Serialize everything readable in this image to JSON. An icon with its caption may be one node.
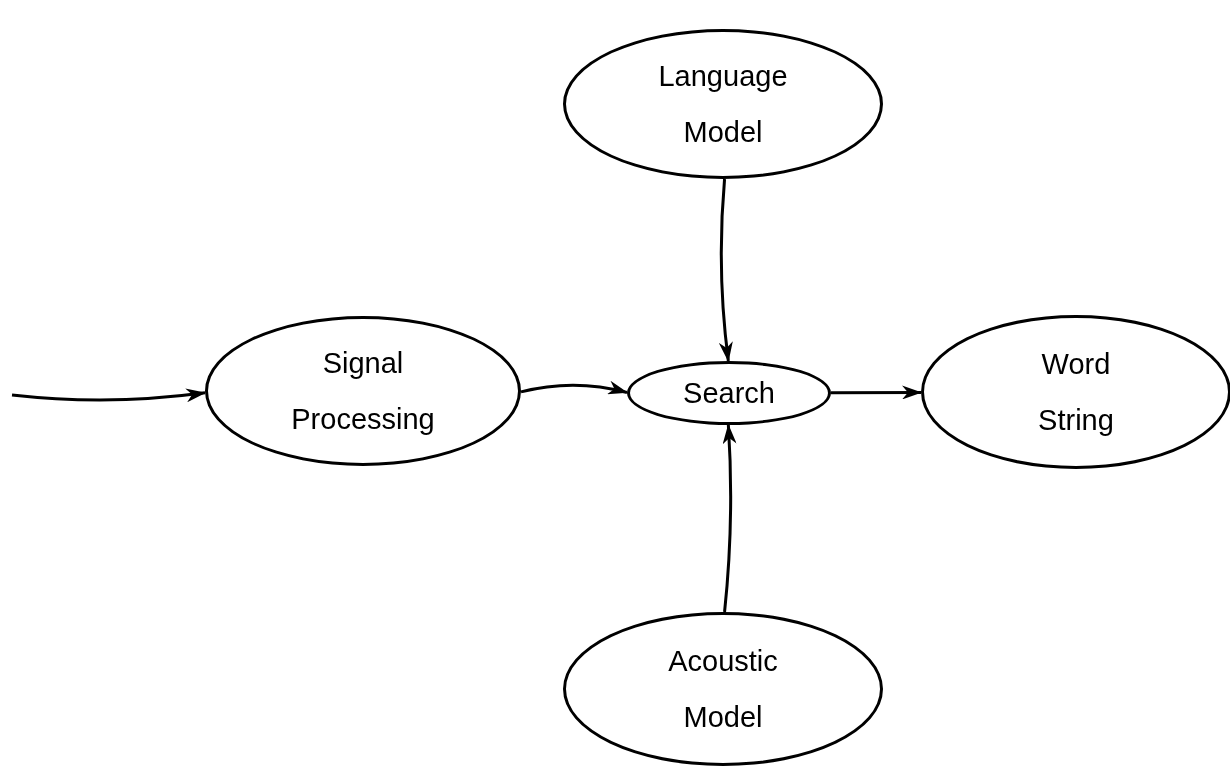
{
  "diagram": {
    "nodes": [
      {
        "text": [
          "Language Model"
        ]
      },
      {
        "text": [
          "Signal Processing"
        ]
      },
      {
        "text": [
          "Search"
        ]
      },
      {
        "text": [
          "Word String"
        ]
      },
      {
        "text": [
          "Acoustic Model"
        ]
      }
    ],
    "edges": [
      {
        "from": null,
        "to": 1,
        "arrow": "to"
      },
      {
        "from": 1,
        "to": 2,
        "arrow": "to"
      },
      {
        "from": 0,
        "to": 2,
        "arrow": "to"
      },
      {
        "from": 4,
        "to": 2,
        "arrow": "to"
      },
      {
        "from": 2,
        "to": 3,
        "arrow": "to"
      }
    ]
  }
}
